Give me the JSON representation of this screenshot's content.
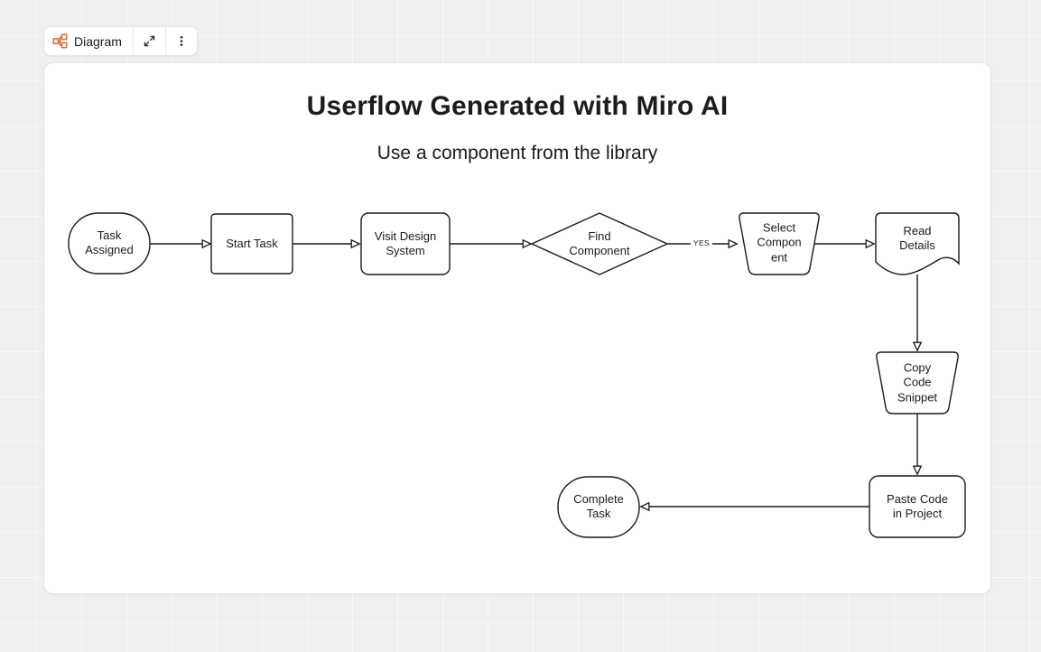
{
  "toolbar": {
    "widget_label": "Diagram",
    "accent_color": "#E8622C",
    "icons": [
      "diagram-icon",
      "expand-icon",
      "kebab-menu-icon"
    ]
  },
  "canvas": {
    "background_color": "#efefef",
    "grid_line_color": "#f8f8f8",
    "card_color": "#ffffff",
    "stroke_color": "#1a1a1a"
  },
  "diagram": {
    "title": "Userflow Generated with Miro AI",
    "subtitle": "Use a component from the library",
    "nodes": [
      {
        "id": "task-assigned",
        "shape": "terminator",
        "label": "Task\nAssigned"
      },
      {
        "id": "start-task",
        "shape": "process",
        "label": "Start Task"
      },
      {
        "id": "visit-design-system",
        "shape": "process",
        "label": "Visit Design\nSystem"
      },
      {
        "id": "find-component",
        "shape": "decision",
        "label": "Find\nComponent"
      },
      {
        "id": "select-component",
        "shape": "manual-operation",
        "label": "Select\nCompon\nent"
      },
      {
        "id": "read-details",
        "shape": "document",
        "label": "Read\nDetails"
      },
      {
        "id": "copy-code-snippet",
        "shape": "manual-operation",
        "label": "Copy\nCode\nSnippet"
      },
      {
        "id": "paste-code-in-project",
        "shape": "process",
        "label": "Paste Code\nin Project"
      },
      {
        "id": "complete-task",
        "shape": "terminator",
        "label": "Complete\nTask"
      }
    ],
    "edges": [
      {
        "from": "task-assigned",
        "to": "start-task",
        "label": ""
      },
      {
        "from": "start-task",
        "to": "visit-design-system",
        "label": ""
      },
      {
        "from": "visit-design-system",
        "to": "find-component",
        "label": ""
      },
      {
        "from": "find-component",
        "to": "select-component",
        "label": "YES"
      },
      {
        "from": "select-component",
        "to": "read-details",
        "label": ""
      },
      {
        "from": "read-details",
        "to": "copy-code-snippet",
        "label": ""
      },
      {
        "from": "copy-code-snippet",
        "to": "paste-code-in-project",
        "label": ""
      },
      {
        "from": "paste-code-in-project",
        "to": "complete-task",
        "label": ""
      }
    ]
  }
}
